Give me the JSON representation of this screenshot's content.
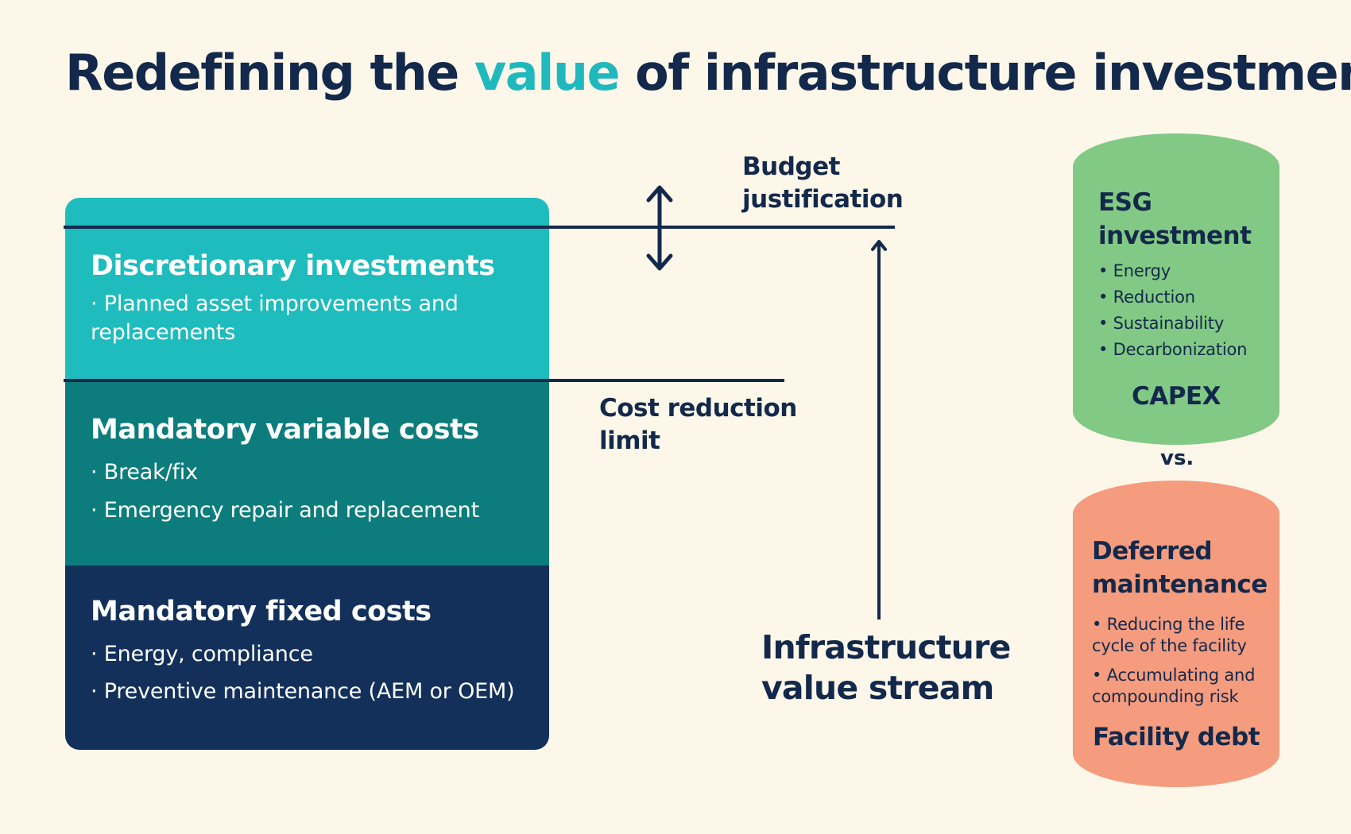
{
  "title": {
    "before": "Redefining the ",
    "accent": "value",
    "after": " of infrastructure investment"
  },
  "colors": {
    "background": "#fdf7e9",
    "navy": "#13294b",
    "accent": "#1fb9bd",
    "discretionary": "#1fbcbe",
    "variable": "#0c7d7c",
    "fixed": "#12305a",
    "esg": "#82c985",
    "deferred": "#f59b7e"
  },
  "blocks": {
    "discretionary": {
      "title": "Discretionary investments",
      "items": [
        "· Planned asset improvements and",
        "replacements"
      ]
    },
    "variable": {
      "title": "Mandatory variable costs",
      "items": [
        "· Break/fix",
        "· Emergency repair and replacement"
      ]
    },
    "fixed": {
      "title": "Mandatory fixed costs",
      "items": [
        "· Energy, compliance",
        "· Preventive maintenance (AEM or OEM)"
      ]
    }
  },
  "labels": {
    "budget": [
      "Budget",
      "justification"
    ],
    "cost_reduction": [
      "Cost reduction",
      "limit"
    ],
    "value_stream": [
      "Infrastructure",
      "value stream"
    ]
  },
  "esg": {
    "title": [
      "ESG",
      "investment"
    ],
    "items": [
      "• Energy",
      "• Reduction",
      "• Sustainability",
      "• Decarbonization"
    ],
    "footer": "CAPEX"
  },
  "vs": "vs.",
  "deferred": {
    "title": [
      "Deferred",
      "maintenance"
    ],
    "items": [
      "• Reducing the life",
      "cycle of the facility",
      "• Accumulating and",
      "compounding risk"
    ],
    "footer": "Facility debt"
  }
}
